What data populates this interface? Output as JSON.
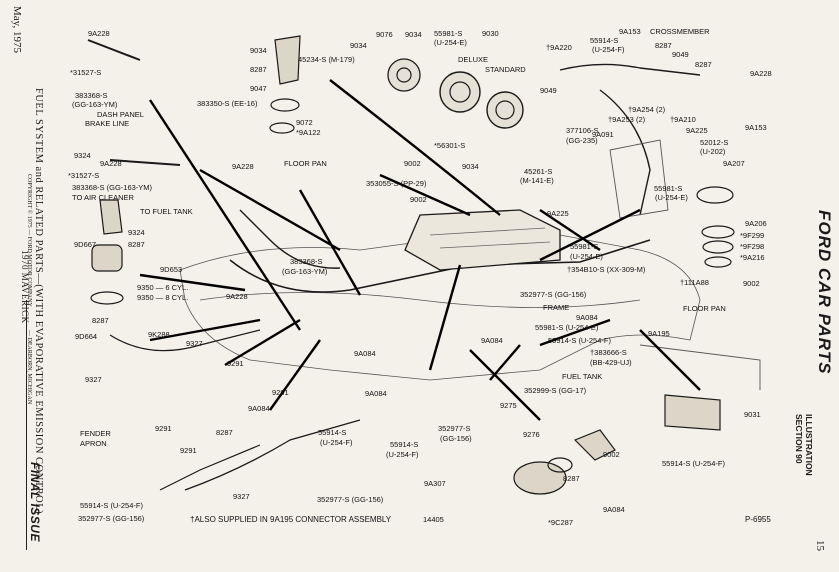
{
  "sidebar": {
    "date": "May, 1975",
    "title": "FUEL SYSTEM and RELATED PARTS—(WITH EVAPORATIVE EMISSION CONTROL)",
    "copyright": "COPYRIGHT © 1975 — FORD MOTOR COMPANY",
    "model": "1970 MAVERICK",
    "printer": "— DEARBORN, MICHIGAN",
    "final_issue": "FINAL ISSUE"
  },
  "right_margin": {
    "brand": "FORD CAR PARTS",
    "illustration_line1": "ILLUSTRATION",
    "illustration_line2": "SECTION 90",
    "page_number": "15"
  },
  "diagram": {
    "figure_id": "P-6955",
    "footnote": "†ALSO SUPPLIED IN 9A195 CONNECTOR ASSEMBLY",
    "labels": [
      "9A228",
      "*31527-S",
      "383368-S",
      "(GG-163-YM)",
      "DASH PANEL",
      "BRAKE LINE",
      "9324",
      "9A228",
      "*31527-S",
      "383368-S (GG-163-YM)",
      "TO AIR CLEANER",
      "TO FUEL TANK",
      "9324",
      "8287",
      "9D667",
      "9D653",
      "9350 — 6 CYL.",
      "9350 — 8 CYL.",
      "9A228",
      "9D664",
      "8287",
      "9K288",
      "9327",
      "9327",
      "FENDER",
      "APRON",
      "9291",
      "9291",
      "9291",
      "9A084",
      "8287",
      "9291",
      "55914-S (U-254-F)",
      "352977-S (GG-156)",
      "9327",
      "9034",
      "8287",
      "9047",
      "383350-S (EE-16)",
      "9072",
      "*9A122",
      "9A228",
      "FLOOR PAN",
      "45234-S (M-179)",
      "9034",
      "9076",
      "9034",
      "55981-S",
      "(U-254-E)",
      "9030",
      "DELUXE",
      "STANDARD",
      "9002",
      "353055-S (PP-29)",
      "*56301-S",
      "9034",
      "9002",
      "383368-S",
      "(GG-163-YM)",
      "9A084",
      "45261-S",
      "(M-141-E)",
      "†9A220",
      "55914-S",
      "(U-254-F)",
      "9A153",
      "CROSSMEMBER",
      "8287",
      "9049",
      "8287",
      "9A228",
      "9049",
      "†9A254 (2)",
      "†9A253 (2)",
      "†9A210",
      "377106-S",
      "(GG-235)",
      "9A091",
      "9A225",
      "9A153",
      "52012-S",
      "(U-202)",
      "9A207",
      "55981-S",
      "(U-254-E)",
      "9A225",
      "55981-S",
      "(U-254-E)",
      "†354B10-S (XX-309-M)",
      "9A206",
      "*9F299",
      "*9F298",
      "*9A216",
      "†111A88",
      "9002",
      "352977-S (GG-156)",
      "FRAME",
      "55981-S (U-254-E)",
      "9A084",
      "55914-S (U-254-F)",
      "FLOOR PAN",
      "9A195",
      "†383666-S",
      "(BB-429-UJ)",
      "9A084",
      "FUEL TANK",
      "352999-S (GG-17)",
      "9A084",
      "9275",
      "9031",
      "55914-S",
      "(U-254-F)",
      "352977-S",
      "(GG-156)",
      "55914-S",
      "(U-254-F)",
      "9276",
      "9002",
      "8287",
      "352977-S (GG-156)",
      "9A307",
      "9A084",
      "14405",
      "*9C287",
      "55914-S (U-254-F)"
    ]
  },
  "colors": {
    "ink": "#1a1a1a",
    "paper": "#f4f1ea"
  }
}
